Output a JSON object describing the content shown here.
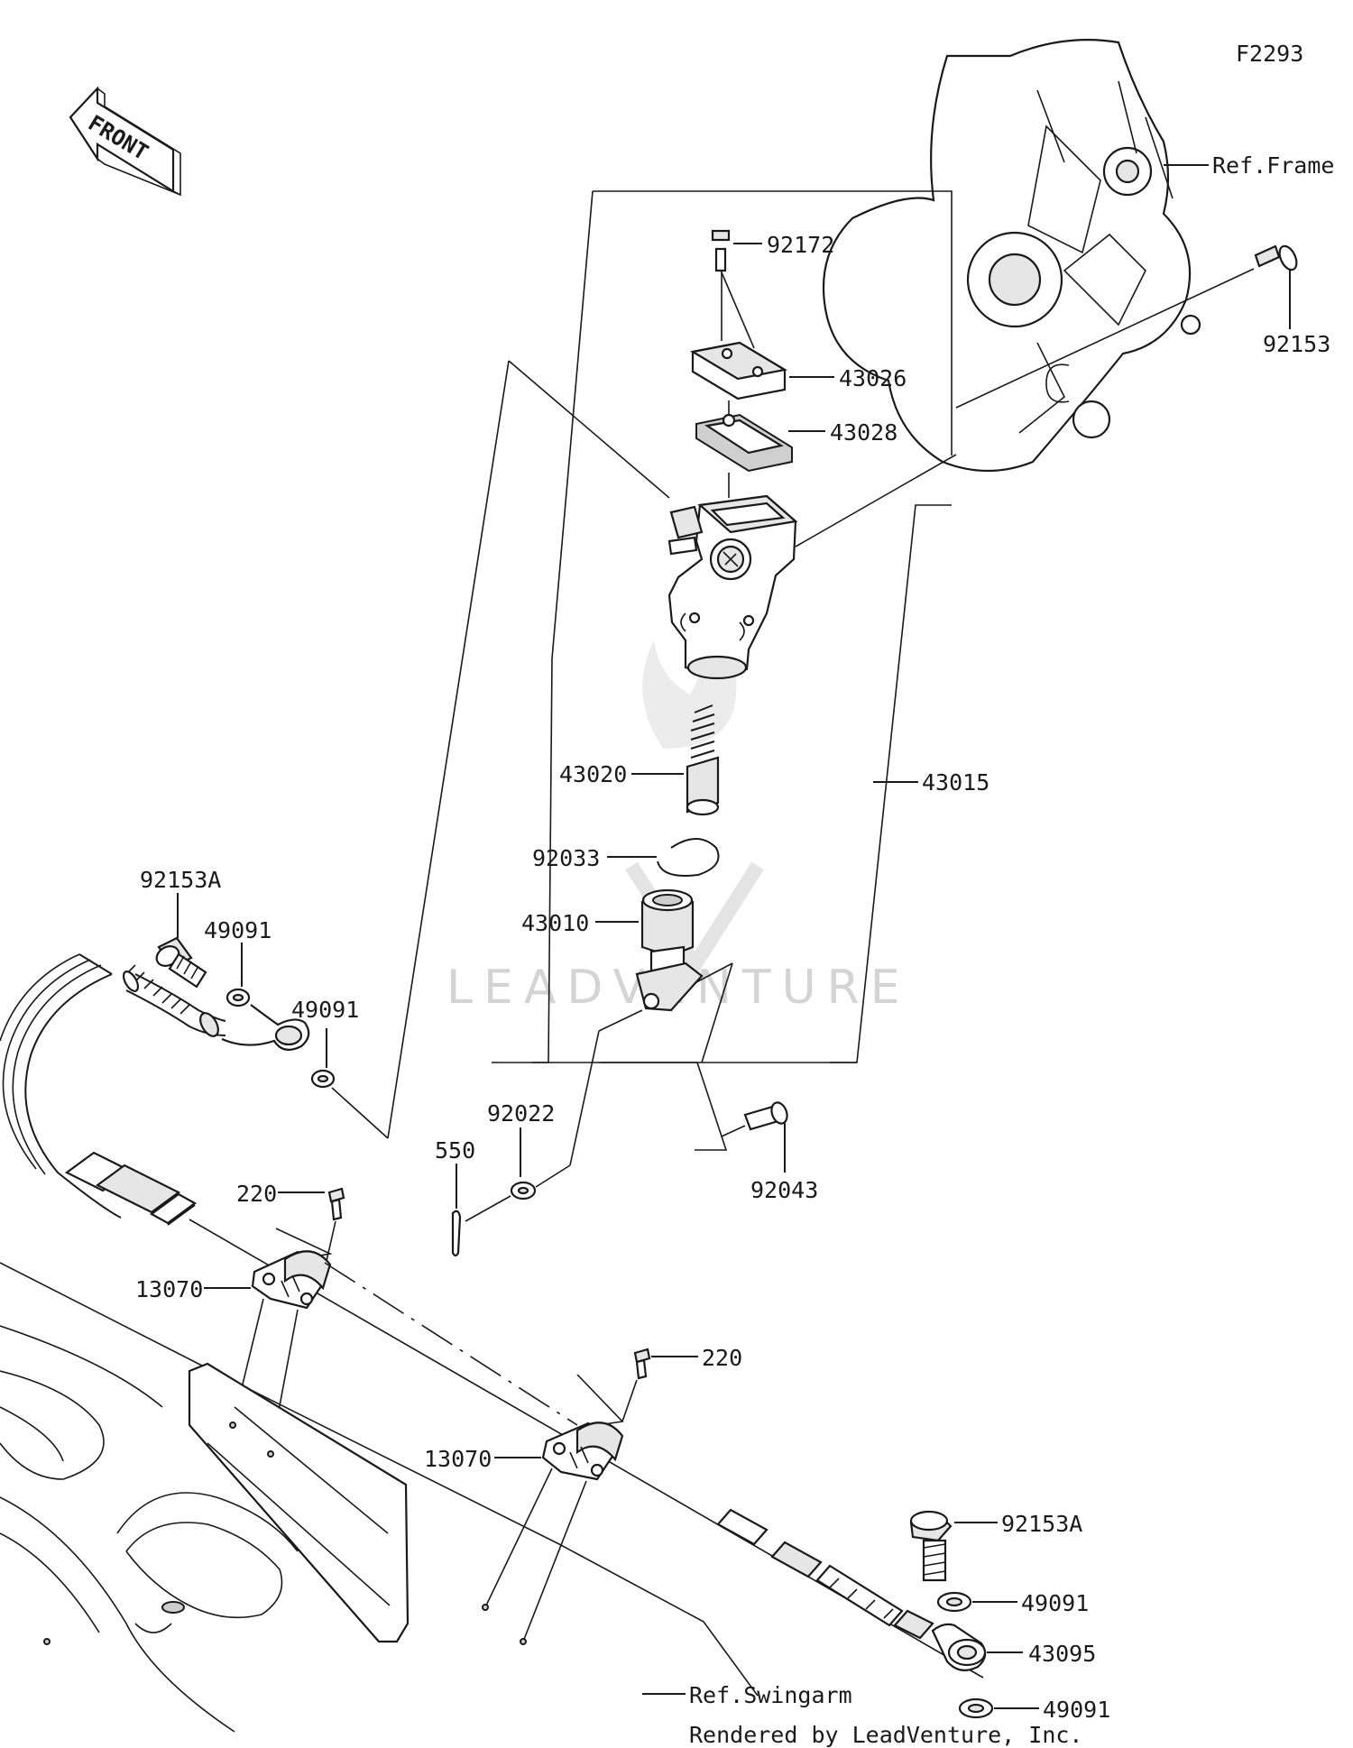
{
  "diagram_code": "F2293",
  "front_label": "FRONT",
  "watermark": "LEADVENTURE",
  "credit": "Rendered by LeadVenture, Inc.",
  "refs": {
    "frame": "Ref.Frame",
    "swingarm": "Ref.Swingarm"
  },
  "callouts": {
    "p92172": "92172",
    "p43026": "43026",
    "p43028": "43028",
    "p92153": "92153",
    "p43020": "43020",
    "p43015": "43015",
    "p92033": "92033",
    "p43010": "43010",
    "p92153A_top": "92153A",
    "p49091_top1": "49091",
    "p49091_top2": "49091",
    "p92022": "92022",
    "p550": "550",
    "p92043": "92043",
    "p220_top": "220",
    "p13070_top": "13070",
    "p220_mid": "220",
    "p13070_mid": "13070",
    "p92153A_bot": "92153A",
    "p49091_bot1": "49091",
    "p43095": "43095",
    "p49091_bot2": "49091"
  }
}
